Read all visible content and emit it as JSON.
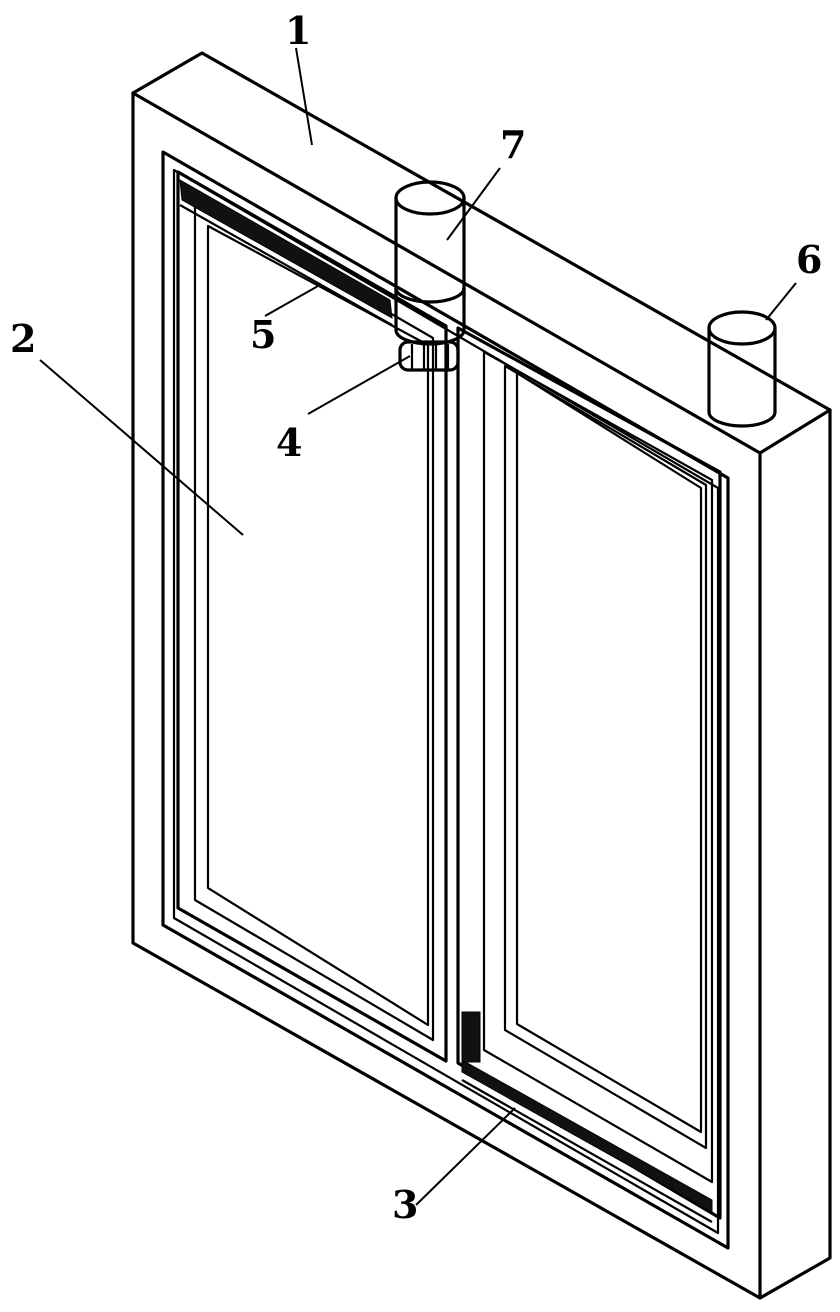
{
  "labels": {
    "frame": "1",
    "sash": "2",
    "bottom_rack": "3",
    "gear": "4",
    "top_rack": "5",
    "post": "6",
    "motor": "7"
  }
}
